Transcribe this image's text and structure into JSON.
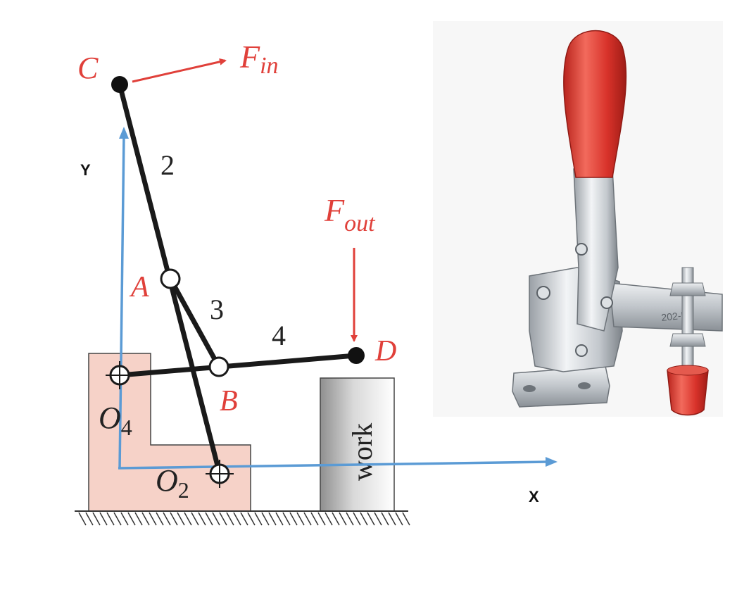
{
  "points": {
    "C": "C",
    "A": "A",
    "B": "B",
    "D": "D",
    "O4_main": "O",
    "O4_sub": "4",
    "O2_main": "O",
    "O2_sub": "2"
  },
  "links": {
    "link2": "2",
    "link3": "3",
    "link4": "4"
  },
  "forces": {
    "fin_main": "F",
    "fin_sub": "in",
    "fout_main": "F",
    "fout_sub": "out"
  },
  "work_label": "work",
  "axes": {
    "x": "X",
    "y": "Y"
  },
  "colors": {
    "accent_red": "#e0403a",
    "axis_blue": "#5b9bd5",
    "ground_pink": "#f6d2c8",
    "link_black": "#1a1a1a",
    "knob_red": "#d8322a"
  },
  "photo": {
    "part_number": "202-U"
  }
}
